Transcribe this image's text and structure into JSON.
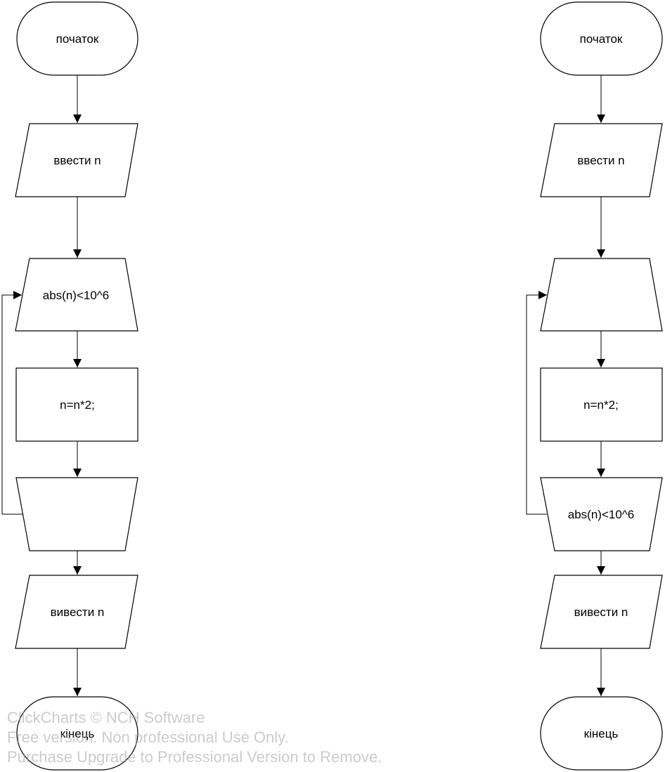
{
  "left_flowchart": {
    "start_label": "початок",
    "input_label": "ввести n",
    "loop_start_label": "abs(n)<10^6",
    "process_label": "n=n*2;",
    "loop_end_label": "",
    "output_label": "вивести n",
    "end_label": "кінець"
  },
  "right_flowchart": {
    "start_label": "початок",
    "input_label": "ввести n",
    "loop_start_label": "",
    "process_label": "n=n*2;",
    "loop_end_label": "abs(n)<10^6",
    "output_label": "вивести n",
    "end_label": "кінець"
  },
  "watermark": {
    "line1": "ClickCharts © NCH Software",
    "line2": "Free version. Non professional Use Only.",
    "line3": "Purchase Upgrade to Professional Version to Remove."
  },
  "colors": {
    "stroke": "#000000",
    "fill": "#ffffff",
    "watermark": "#a0a0a0"
  }
}
